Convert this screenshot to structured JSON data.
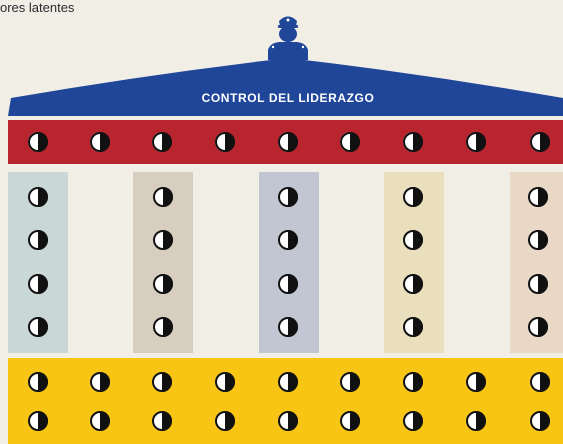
{
  "caption": "ores latentes",
  "roof": {
    "title": "CONTROL DEL LIDERAZGO"
  },
  "figure_icon": "military-leader-icon",
  "element_icon": "half-moon-circle-icon",
  "rows": {
    "beam_count": 9,
    "column_count": 5,
    "column_icons_per_column": 4,
    "base_rows": 2,
    "base_icons_per_row": 9
  },
  "colors": {
    "background": "#f1eee6",
    "roof": "#20469a",
    "beam": "#b8252f",
    "base": "#f8c514",
    "icon_dark": "#111111",
    "icon_light": "#ffffff",
    "columns": [
      "#c9d7d6",
      "#d7cebf",
      "#c2c6d3",
      "#e9dfbd",
      "#ead8c7"
    ]
  }
}
